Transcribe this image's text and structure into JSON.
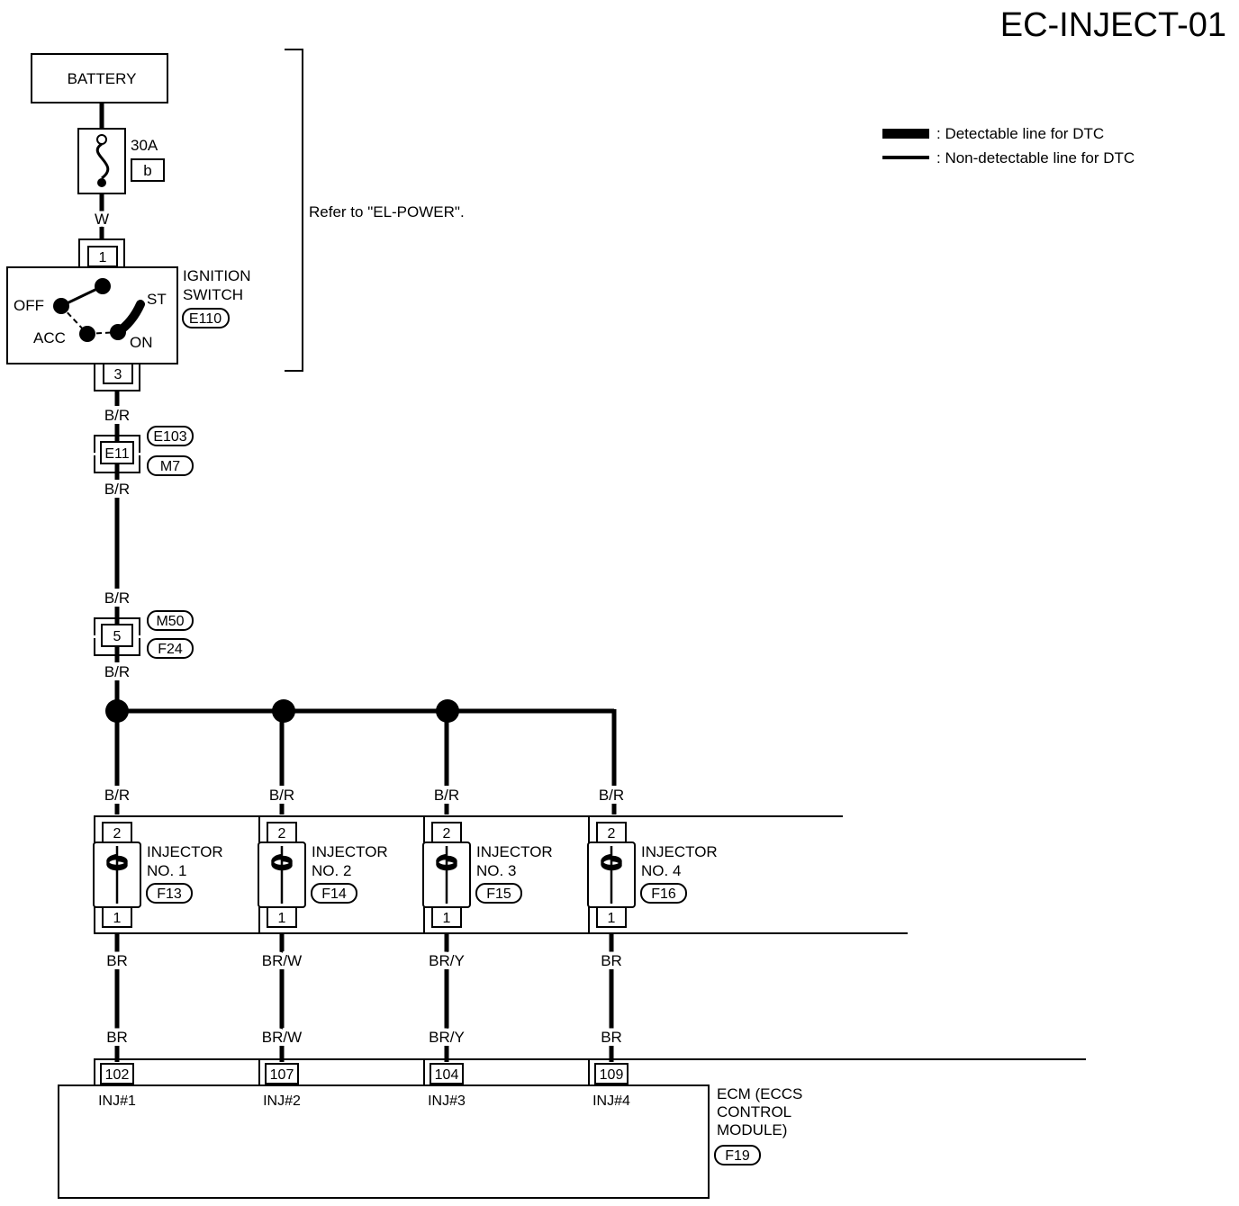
{
  "title": "EC-INJECT-01",
  "legend": {
    "detectable": ": Detectable line for DTC",
    "non_detectable": ": Non-detectable line for DTC"
  },
  "battery": {
    "label": "BATTERY"
  },
  "fuse": {
    "rating": "30A",
    "id": "b"
  },
  "refer_note": "Refer to \"EL-POWER\".",
  "ignition": {
    "title_line1": "IGNITION",
    "title_line2": "SWITCH",
    "connector": "E110",
    "pin_in": "1",
    "pin_out": "3",
    "pos_off": "OFF",
    "pos_acc": "ACC",
    "pos_on": "ON",
    "pos_st": "ST"
  },
  "wires": {
    "w": "W",
    "br_1": "B/R",
    "br_2": "B/R",
    "br_3": "B/R",
    "br_4": "B/R"
  },
  "joint1": {
    "pin": "E11",
    "conn_a": "E103",
    "conn_b": "M7"
  },
  "joint2": {
    "pin": "5",
    "conn_a": "M50",
    "conn_b": "F24"
  },
  "injectors": [
    {
      "name_line1": "INJECTOR",
      "name_line2": "NO. 1",
      "connector": "F13",
      "pin_top": "2",
      "pin_bottom": "1",
      "wire_top": "B/R",
      "wire_bottom": "BR",
      "wire_ecm": "BR",
      "ecm_pin": "102",
      "ecm_label": "INJ#1"
    },
    {
      "name_line1": "INJECTOR",
      "name_line2": "NO. 2",
      "connector": "F14",
      "pin_top": "2",
      "pin_bottom": "1",
      "wire_top": "B/R",
      "wire_bottom": "BR/W",
      "wire_ecm": "BR/W",
      "ecm_pin": "107",
      "ecm_label": "INJ#2"
    },
    {
      "name_line1": "INJECTOR",
      "name_line2": "NO. 3",
      "connector": "F15",
      "pin_top": "2",
      "pin_bottom": "1",
      "wire_top": "B/R",
      "wire_bottom": "BR/Y",
      "wire_ecm": "BR/Y",
      "ecm_pin": "104",
      "ecm_label": "INJ#3"
    },
    {
      "name_line1": "INJECTOR",
      "name_line2": "NO. 4",
      "connector": "F16",
      "pin_top": "2",
      "pin_bottom": "1",
      "wire_top": "B/R",
      "wire_bottom": "BR",
      "wire_ecm": "BR",
      "ecm_pin": "109",
      "ecm_label": "INJ#4"
    }
  ],
  "ecm": {
    "line1": "ECM (ECCS",
    "line2": "CONTROL",
    "line3": "MODULE)",
    "connector": "F19"
  }
}
